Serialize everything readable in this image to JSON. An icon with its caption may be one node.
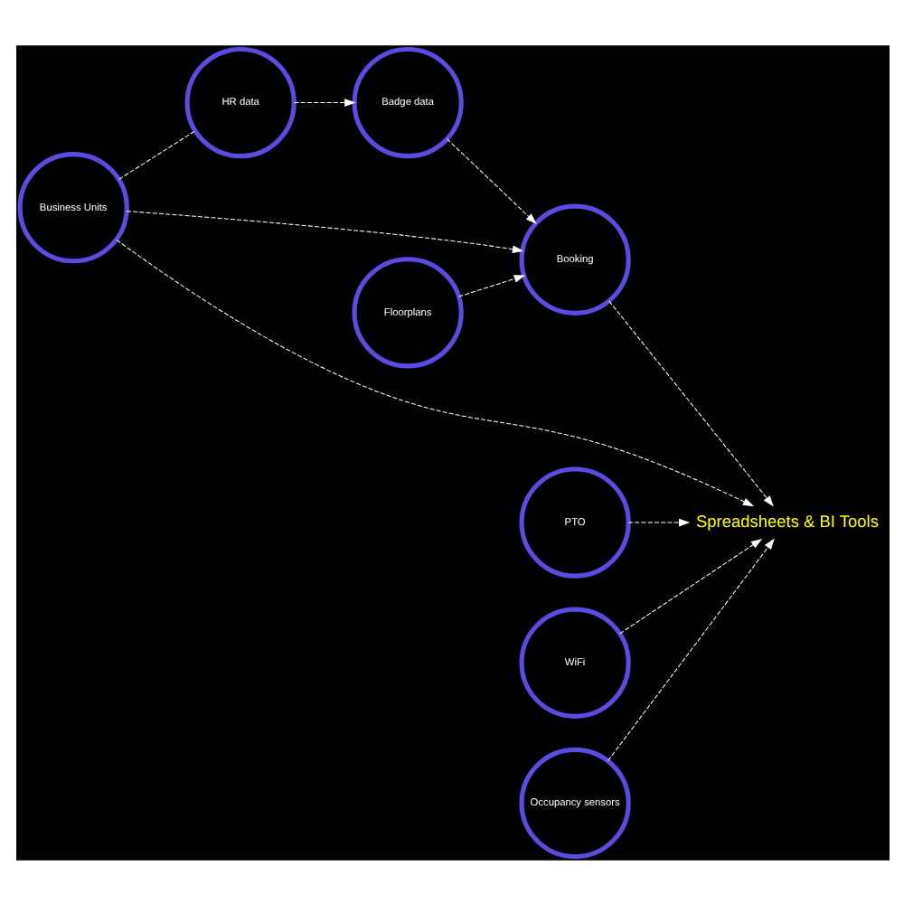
{
  "diagram": {
    "nodes": [
      {
        "text": [
          "Business Units"
        ]
      },
      {
        "text": [
          "HR data"
        ]
      },
      {
        "text": [
          "PTO"
        ]
      },
      {
        "text": [
          "Booking"
        ]
      },
      {
        "text": [
          "Spreadsheets & BI Tools"
        ]
      },
      {
        "text": [
          "WiFi"
        ]
      },
      {
        "text": [
          "Occupancy sensors"
        ]
      },
      {
        "text": [
          "Badge data"
        ]
      },
      {
        "text": [
          "Floorplans"
        ]
      }
    ],
    "edges": [
      {
        "from": 0,
        "to": 3,
        "arrow": "to"
      },
      {
        "from": 0,
        "to": 1,
        "arrow": "none"
      },
      {
        "from": 3,
        "to": 4,
        "arrow": "to"
      },
      {
        "from": 0,
        "to": 4,
        "arrow": "to"
      },
      {
        "from": 1,
        "to": 7,
        "arrow": "to"
      },
      {
        "from": 2,
        "to": 4,
        "arrow": "to"
      },
      {
        "from": 5,
        "to": 4,
        "arrow": "to"
      },
      {
        "from": 6,
        "to": 4,
        "arrow": "to"
      },
      {
        "from": 7,
        "to": 3,
        "arrow": "to"
      },
      {
        "from": 8,
        "to": 3,
        "arrow": "to"
      }
    ]
  }
}
